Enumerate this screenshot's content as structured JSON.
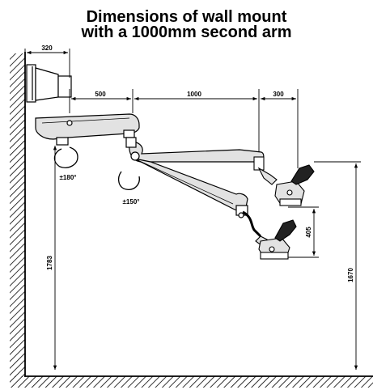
{
  "title": {
    "line1": "Dimensions of wall mount",
    "line2": "with a 1000mm second arm"
  },
  "dimensions": {
    "wall_offset": "320",
    "first_arm": "500",
    "second_arm": "1000",
    "head_offset": "300",
    "head_drop": "405",
    "mount_height": "1783",
    "head_height": "1670"
  },
  "rotations": {
    "wall_joint": "±180°",
    "elbow_joint": "±150°"
  }
}
